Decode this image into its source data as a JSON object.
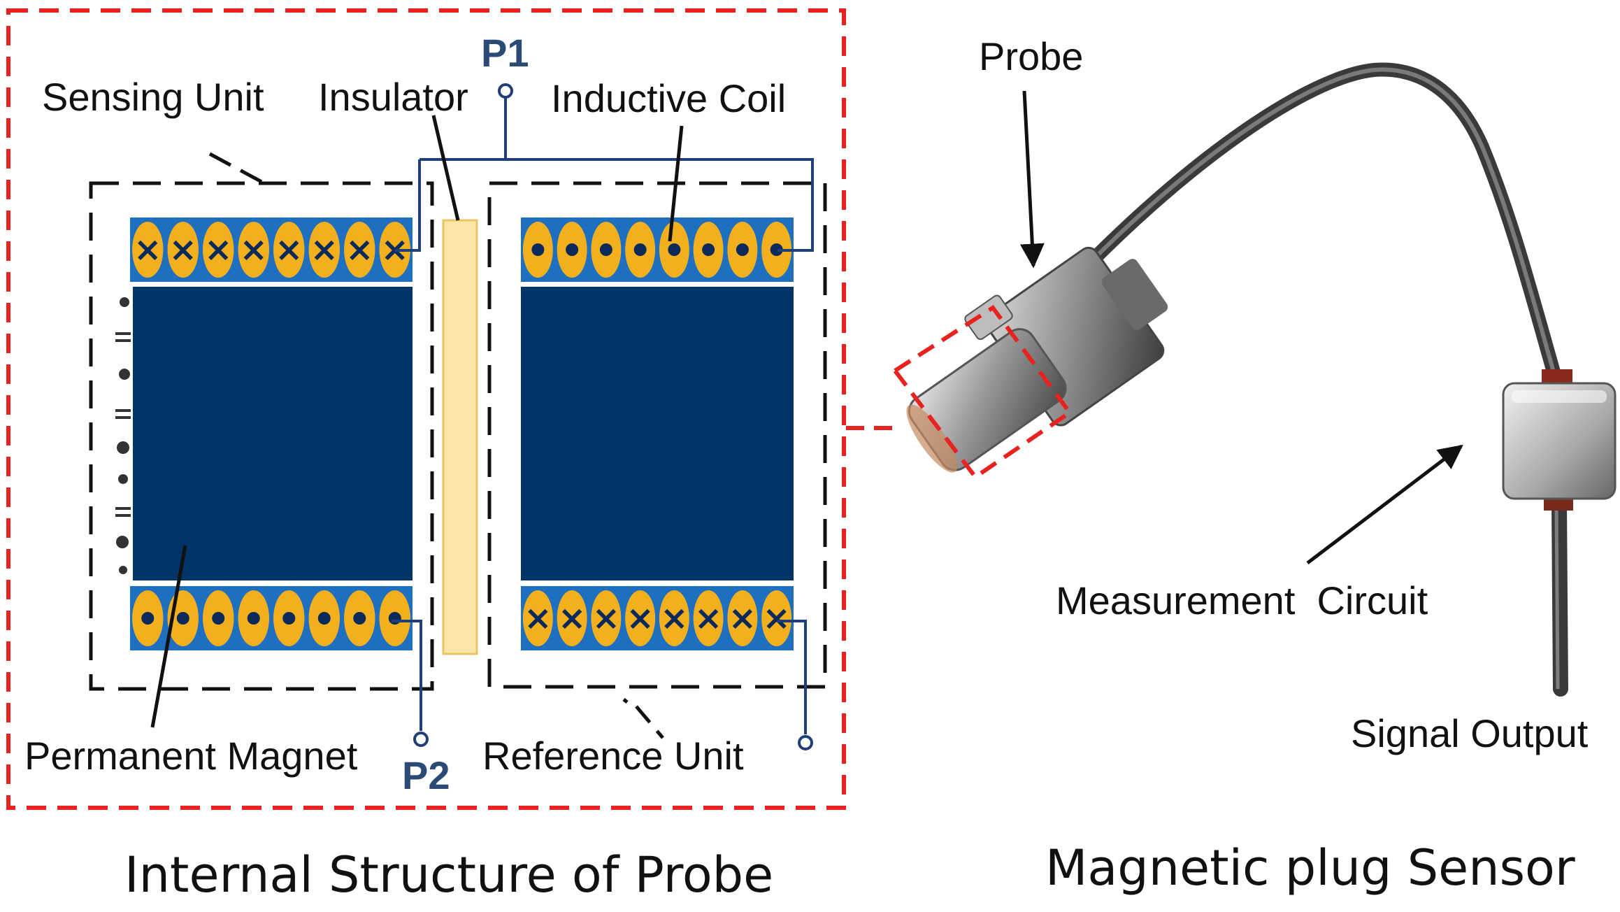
{
  "left_panel": {
    "caption": "Internal Structure of Probe",
    "labels": {
      "sensing_unit": "Sensing Unit",
      "insulator": "Insulator",
      "inductive_coil": "Inductive Coil",
      "permanent_magnet": "Permanent Magnet",
      "reference_unit": "Reference Unit",
      "p1": "P1",
      "p2": "P2"
    },
    "coil_rows": {
      "sensing_top": [
        "x",
        "x",
        "x",
        "x",
        "x",
        "x",
        "x",
        "x"
      ],
      "sensing_bottom": [
        "dot",
        "dot",
        "dot",
        "dot",
        "dot",
        "dot",
        "dot",
        "dot"
      ],
      "reference_top": [
        "dot",
        "dot",
        "dot",
        "dot",
        "dot",
        "dot",
        "dot",
        "dot"
      ],
      "reference_bottom": [
        "x",
        "x",
        "x",
        "x",
        "x",
        "x",
        "x",
        "x"
      ]
    },
    "colors": {
      "frame_dashed_red": "#e8231f",
      "magnet_navy": "#003366",
      "coil_strip_blue": "#1f6fc1",
      "coil_yellow": "#f2b01e",
      "insulator_cream": "#fbe6a8",
      "wire": "#1f3f7a"
    }
  },
  "right_panel": {
    "caption": "Magnetic plug Sensor",
    "labels": {
      "probe": "Probe",
      "measurement_circuit": "Measurement  Circuit",
      "signal_output": "Signal Output"
    }
  }
}
